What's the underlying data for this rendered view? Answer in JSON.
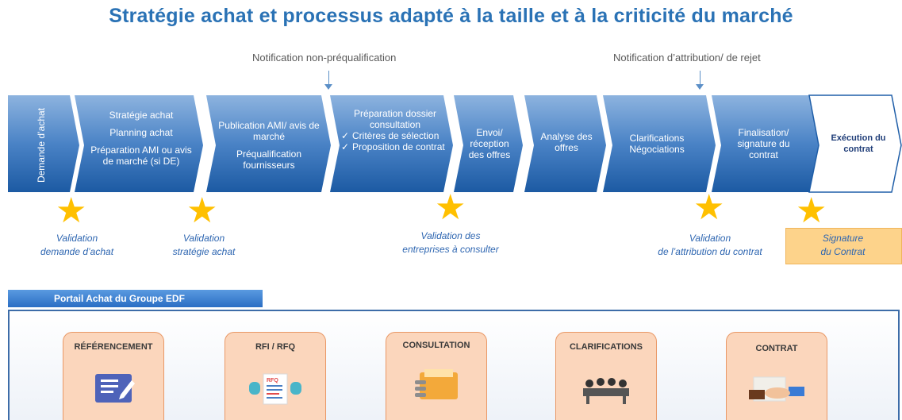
{
  "title": "Stratégie achat et processus adapté à la taille et à la criticité du marché",
  "notifications": {
    "left": "Notification non-préqualification",
    "right": "Notification d’attribution/ de rejet"
  },
  "steps": [
    {
      "id": "demande",
      "lines": [
        "Demande d’achat"
      ]
    },
    {
      "id": "strategie",
      "lines": [
        "Stratégie achat",
        "Planning achat",
        "Préparation AMI ou avis de marché (si DE)"
      ]
    },
    {
      "id": "publication",
      "lines": [
        "Publication AMI/ avis de marché",
        "Préqualification fournisseurs"
      ]
    },
    {
      "id": "preparation",
      "title": "Préparation dossier consultation",
      "checks": [
        "Critères de sélection",
        "Proposition de contrat"
      ]
    },
    {
      "id": "envoi",
      "lines": [
        "Envoi/ réception des offres"
      ]
    },
    {
      "id": "analyse",
      "lines": [
        "Analyse des offres"
      ]
    },
    {
      "id": "clarifications",
      "lines": [
        "Clarifications Négociations"
      ]
    },
    {
      "id": "finalisation",
      "lines": [
        "Finalisation/ signature du contrat"
      ]
    },
    {
      "id": "execution",
      "lines": [
        "Exécution du contrat"
      ]
    }
  ],
  "validations": [
    {
      "line1": "Validation",
      "line2": "demande d’achat"
    },
    {
      "line1": "Validation",
      "line2": "stratégie achat"
    },
    {
      "line1": "Validation des",
      "line2": "entreprises à consulter"
    },
    {
      "line1": "Validation",
      "line2": "de l’attribution du contrat"
    },
    {
      "line1": "Signature",
      "line2": "du Contrat"
    }
  ],
  "portal": {
    "title": "Portail Achat du Groupe EDF",
    "cards": [
      "RÉFÉRENCEMENT",
      "RFI / RFQ",
      "CONSULTATION",
      "CLARIFICATIONS",
      "CONTRAT"
    ],
    "rfq_text": "RFQ"
  },
  "colors": {
    "chevron_light": "#7ea9d8",
    "chevron_dark": "#1f5ea8",
    "title": "#2a72b5",
    "star": "#ffc000",
    "validation_text": "#2e66b1",
    "card_bg": "#fbd6bc"
  }
}
